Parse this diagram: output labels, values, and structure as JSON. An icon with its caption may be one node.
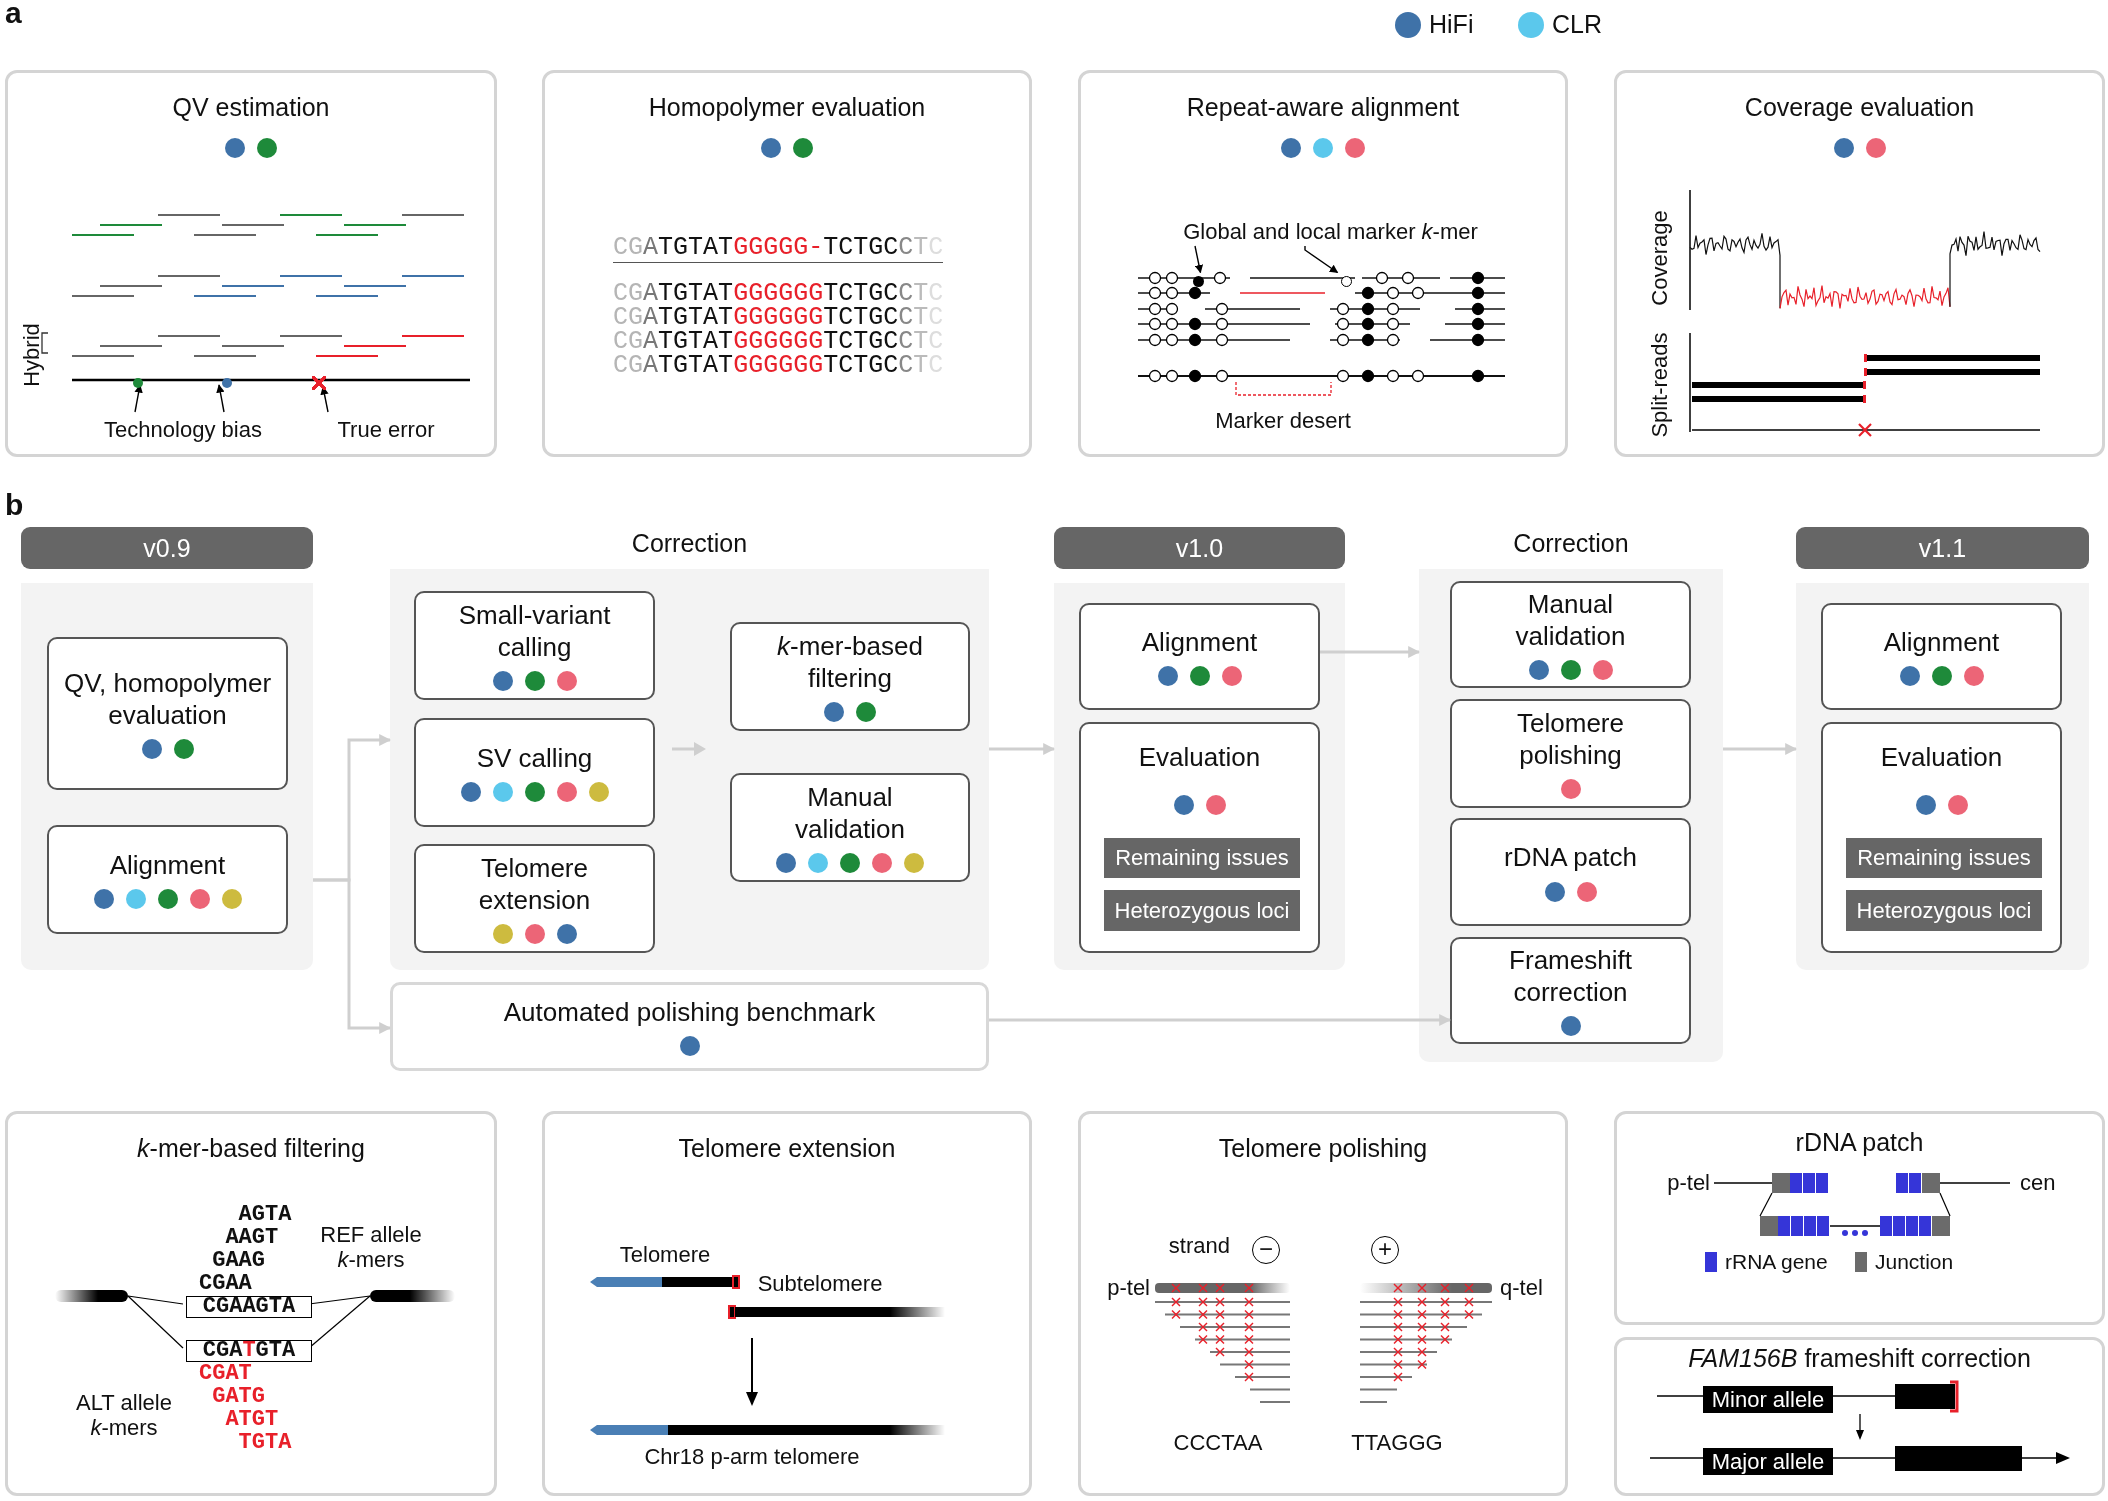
{
  "diagram": {
    "nodes": [
      {
        "text": [
          "QV estimation"
        ]
      },
      {
        "text": [
          "Homopolymer evaluation"
        ]
      },
      {
        "text": [
          "Repeat-aware alignment"
        ]
      },
      {
        "text": [
          "Coverage evaluation"
        ]
      },
      {
        "text": [
          "Technology bias"
        ],
        "in": 0
      },
      {
        "text": [
          "True error"
        ],
        "in": 0
      },
      {
        "text": [
          "Global and local marker *k*-mer"
        ],
        "in": 2
      },
      {
        "text": [
          "v0.9"
        ]
      },
      {
        "text": [
          "QV, homopolymer evaluation"
        ],
        "in": 7
      },
      {
        "text": [
          "Alignment"
        ],
        "in": 7
      },
      {
        "text": [
          "Correction"
        ]
      },
      {
        "text": [
          "Small-variant calling"
        ],
        "in": 10
      },
      {
        "text": [
          "SV calling"
        ],
        "in": 10
      },
      {
        "text": [
          "Telomere extension"
        ],
        "in": 10
      },
      {
        "text": [
          "*k*-mer-based filtering"
        ],
        "in": 10
      },
      {
        "text": [
          "Manual validation"
        ],
        "in": 10
      },
      {
        "text": [
          "Automated polishing benchmark"
        ]
      },
      {
        "text": [
          "v1.0"
        ]
      },
      {
        "text": [
          "Alignment"
        ],
        "in": 17
      },
      {
        "text": [
          "Evaluation"
        ],
        "in": 17
      },
      {
        "text": [
          "Remaining issues"
        ],
        "in": 19
      },
      {
        "text": [
          "Heterozygous loci"
        ],
        "in": 19
      },
      {
        "text": [
          "Correction"
        ]
      },
      {
        "text": [
          "Manual validation"
        ],
        "in": 22
      },
      {
        "text": [
          "Telomere polishing"
        ],
        "in": 22
      },
      {
        "text": [
          "rDNA patch"
        ],
        "in": 22
      },
      {
        "text": [
          "Frameshift correction"
        ],
        "in": 22
      },
      {
        "text": [
          "v1.1"
        ]
      },
      {
        "text": [
          "Alignment"
        ],
        "in": 27
      },
      {
        "text": [
          "Evaluation"
        ],
        "in": 27
      },
      {
        "text": [
          "Remaining issues"
        ],
        "in": 29
      },
      {
        "text": [
          "Heterozygous loci"
        ],
        "in": 29
      },
      {
        "text": [
          "*k*-mer-based filtering"
        ]
      },
      {
        "text": [
          "CGAAGTA"
        ],
        "in": 32
      },
      {
        "text": [
          "CGATGTA"
        ],
        "in": 32
      },
      {
        "text": [
          "Telomere extension"
        ]
      },
      {
        "text": [
          "Telomere polishing"
        ]
      },
      {
        "text": [
          "−"
        ],
        "in": 36
      },
      {
        "text": [
          "+"
        ],
        "in": 36
      },
      {
        "text": [
          "rDNA patch"
        ]
      },
      {
        "text": [
          "*FAM156B* frameshift correction"
        ]
      },
      {
        "text": [
          "Minor allele"
        ],
        "in": 40
      },
      {
        "text": [
          "Major allele"
        ],
        "in": 40
      },
      {
        "text": [],
        "shape": "circle",
        "in": 0
      },
      {
        "text": [],
        "shape": "circle",
        "in": 0
      },
      {
        "text": [],
        "shape": "cross",
        "in": 0
      },
      {
        "text": [],
        "shape": "circle",
        "in": 2
      },
      {
        "text": [],
        "shape": "circle",
        "in": 2
      }
    ],
    "edges": [
      {
        "from": 4,
        "to": 43,
        "arrow": "to",
        "color": "#000000"
      },
      {
        "from": 4,
        "to": 44,
        "arrow": "to",
        "color": "#000000"
      },
      {
        "from": 5,
        "to": 45,
        "arrow": "to",
        "color": "#000000"
      },
      {
        "from": 6,
        "to": 46,
        "arrow": "to",
        "color": "#000000"
      },
      {
        "from": 6,
        "to": 47,
        "arrow": "to",
        "color": "#000000"
      },
      {
        "from": 7,
        "to": 10,
        "arrow": "to"
      },
      {
        "from": 7,
        "to": 16,
        "arrow": "to"
      },
      {
        "from": 10,
        "to": 17,
        "arrow": "to"
      },
      {
        "from": 18,
        "to": 22,
        "arrow": "to"
      },
      {
        "from": 22,
        "to": 27,
        "arrow": "to"
      },
      {
        "from": 16,
        "to": 26,
        "arrow": "to"
      }
    ],
    "labels": [
      "a",
      "Hybrid",
      "CGATGTATGGGGG-TCTGCCTC",
      "CGATGTATGGGGGGTCTGCCTC",
      "CGATGTATGGGGGGTCTGCCTC",
      "CGATGTATGGGGGGTCTGCCTC",
      "CGATGTATGGGGGGTCTGCCTC",
      "Marker desert",
      "Coverage",
      "Split-reads",
      "b",
      "AGTA",
      "AAGT",
      "GAAG",
      "CGAA",
      "REF allele *k*-mers",
      "CGAT",
      "GATG",
      "ATGT",
      "TGTA",
      "ALT allele *k*-mers",
      "Telomere",
      "Subtelomere",
      "Chr18 p-arm telomere",
      "strand",
      "p-tel",
      "q-tel",
      "CCCTAA",
      "TTAGGG",
      "p-tel",
      "cen"
    ],
    "legend": [
      {
        "text": "HiFi",
        "color": "#3f72a8"
      },
      {
        "text": "CLR",
        "color": "#5bc8ec"
      },
      {
        "text": "rRNA gene",
        "color": "#3535d8"
      },
      {
        "text": "Junction",
        "color": "#6b6b6b"
      }
    ]
  }
}
